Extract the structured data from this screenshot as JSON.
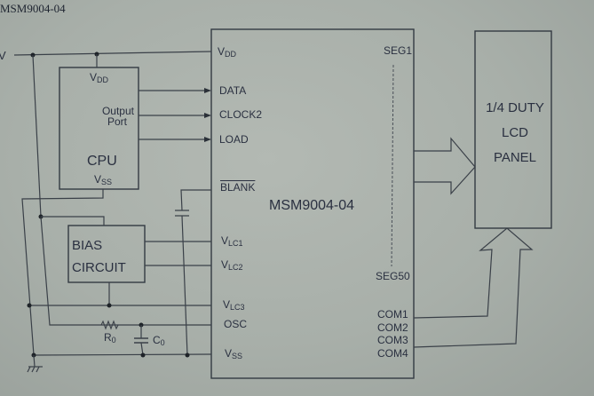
{
  "document": {
    "title": "MSM9004-04",
    "supply_label": "V"
  },
  "cpu": {
    "label": "CPU",
    "vdd": {
      "main": "V",
      "sub": "DD"
    },
    "vss": {
      "main": "V",
      "sub": "SS"
    },
    "output_port": [
      "Output",
      "Port"
    ]
  },
  "bias": {
    "lines": [
      "BIAS",
      "CIRCUIT"
    ]
  },
  "chip": {
    "name": "MSM9004-04",
    "pins_left": {
      "vdd": {
        "main": "V",
        "sub": "DD"
      },
      "data": "DATA",
      "clock2": "CLOCK2",
      "load": "LOAD",
      "blank": "BLANK",
      "vlc1": {
        "main": "V",
        "sub": "LC1"
      },
      "vlc2": {
        "main": "V",
        "sub": "LC2"
      },
      "vlc3": {
        "main": "V",
        "sub": "LC3"
      },
      "osc": "OSC",
      "vss": {
        "main": "V",
        "sub": "SS"
      }
    },
    "pins_right": {
      "seg1": "SEG1",
      "seg50": "SEG50",
      "com": [
        "COM1",
        "COM2",
        "COM3",
        "COM4"
      ]
    }
  },
  "lcd": {
    "lines": [
      "1/4 DUTY",
      "LCD",
      "PANEL"
    ]
  },
  "components": {
    "resistor": {
      "main": "R",
      "sub": "0"
    },
    "capacitor": {
      "main": "C",
      "sub": "0"
    }
  }
}
